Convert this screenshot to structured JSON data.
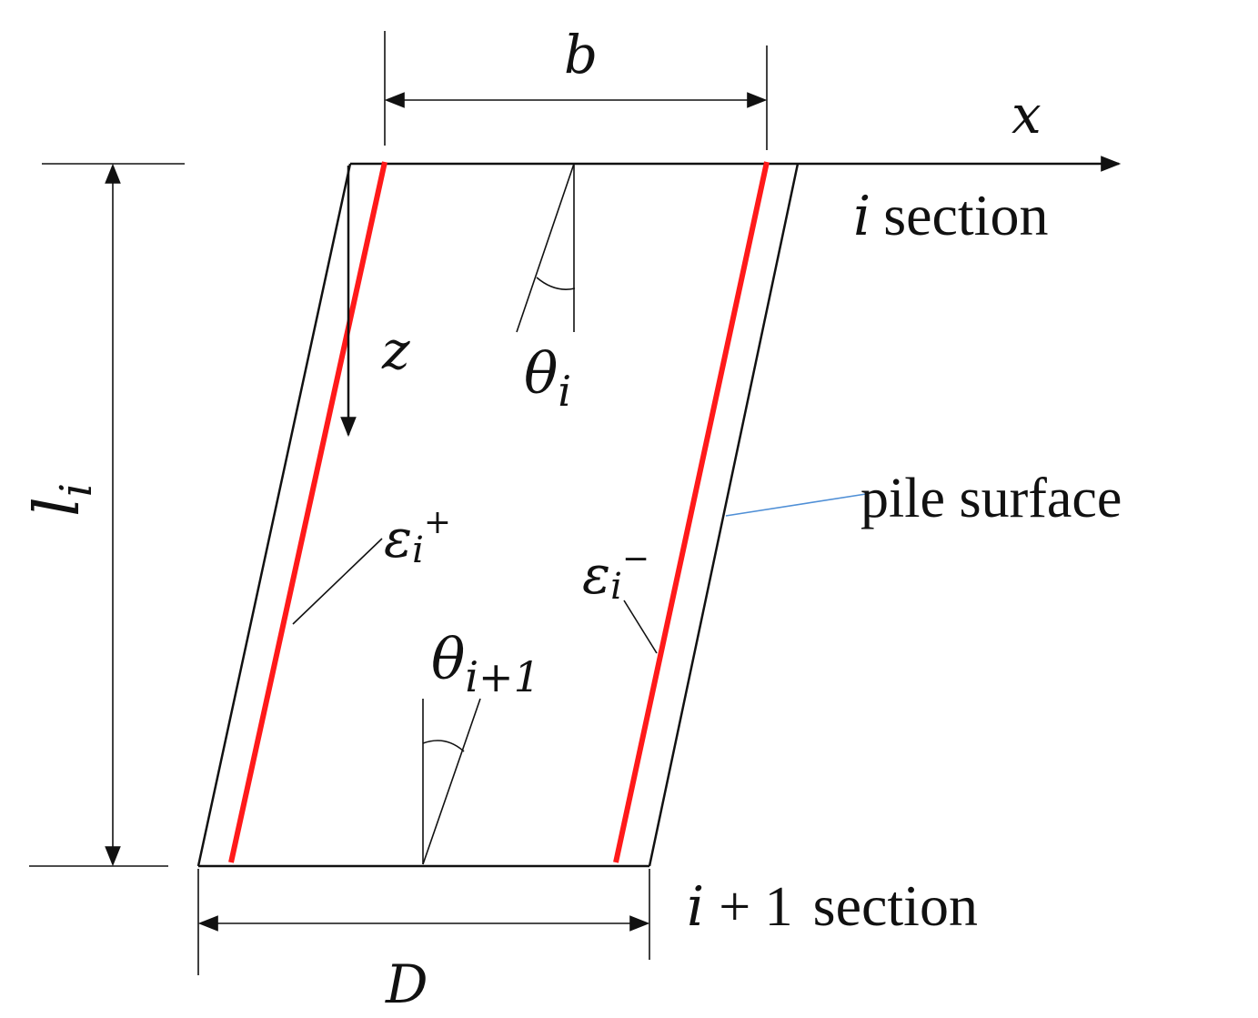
{
  "labels": {
    "b": "b",
    "x": "x",
    "z": "z",
    "l_var": "l",
    "l_sub": "i",
    "theta_top": "θ",
    "theta_top_sub": "i",
    "theta_bottom": "θ",
    "theta_bottom_sub": "i+1",
    "eps_plus": "ε",
    "eps_plus_sub": "i",
    "eps_plus_sup": "+",
    "eps_minus": "ε",
    "eps_minus_sub": "i",
    "eps_minus_sup": "−",
    "D": "D",
    "i_section_var": "i",
    "i_section_word": "section",
    "i1_section_var": "i",
    "i1_section_expr": "+ 1",
    "i1_section_word": "section",
    "pile_surface": "pile surface"
  },
  "colors": {
    "outline": "#111111",
    "strain_gauge": "#ff1a1a",
    "leader_pile": "#4f8fd6"
  }
}
